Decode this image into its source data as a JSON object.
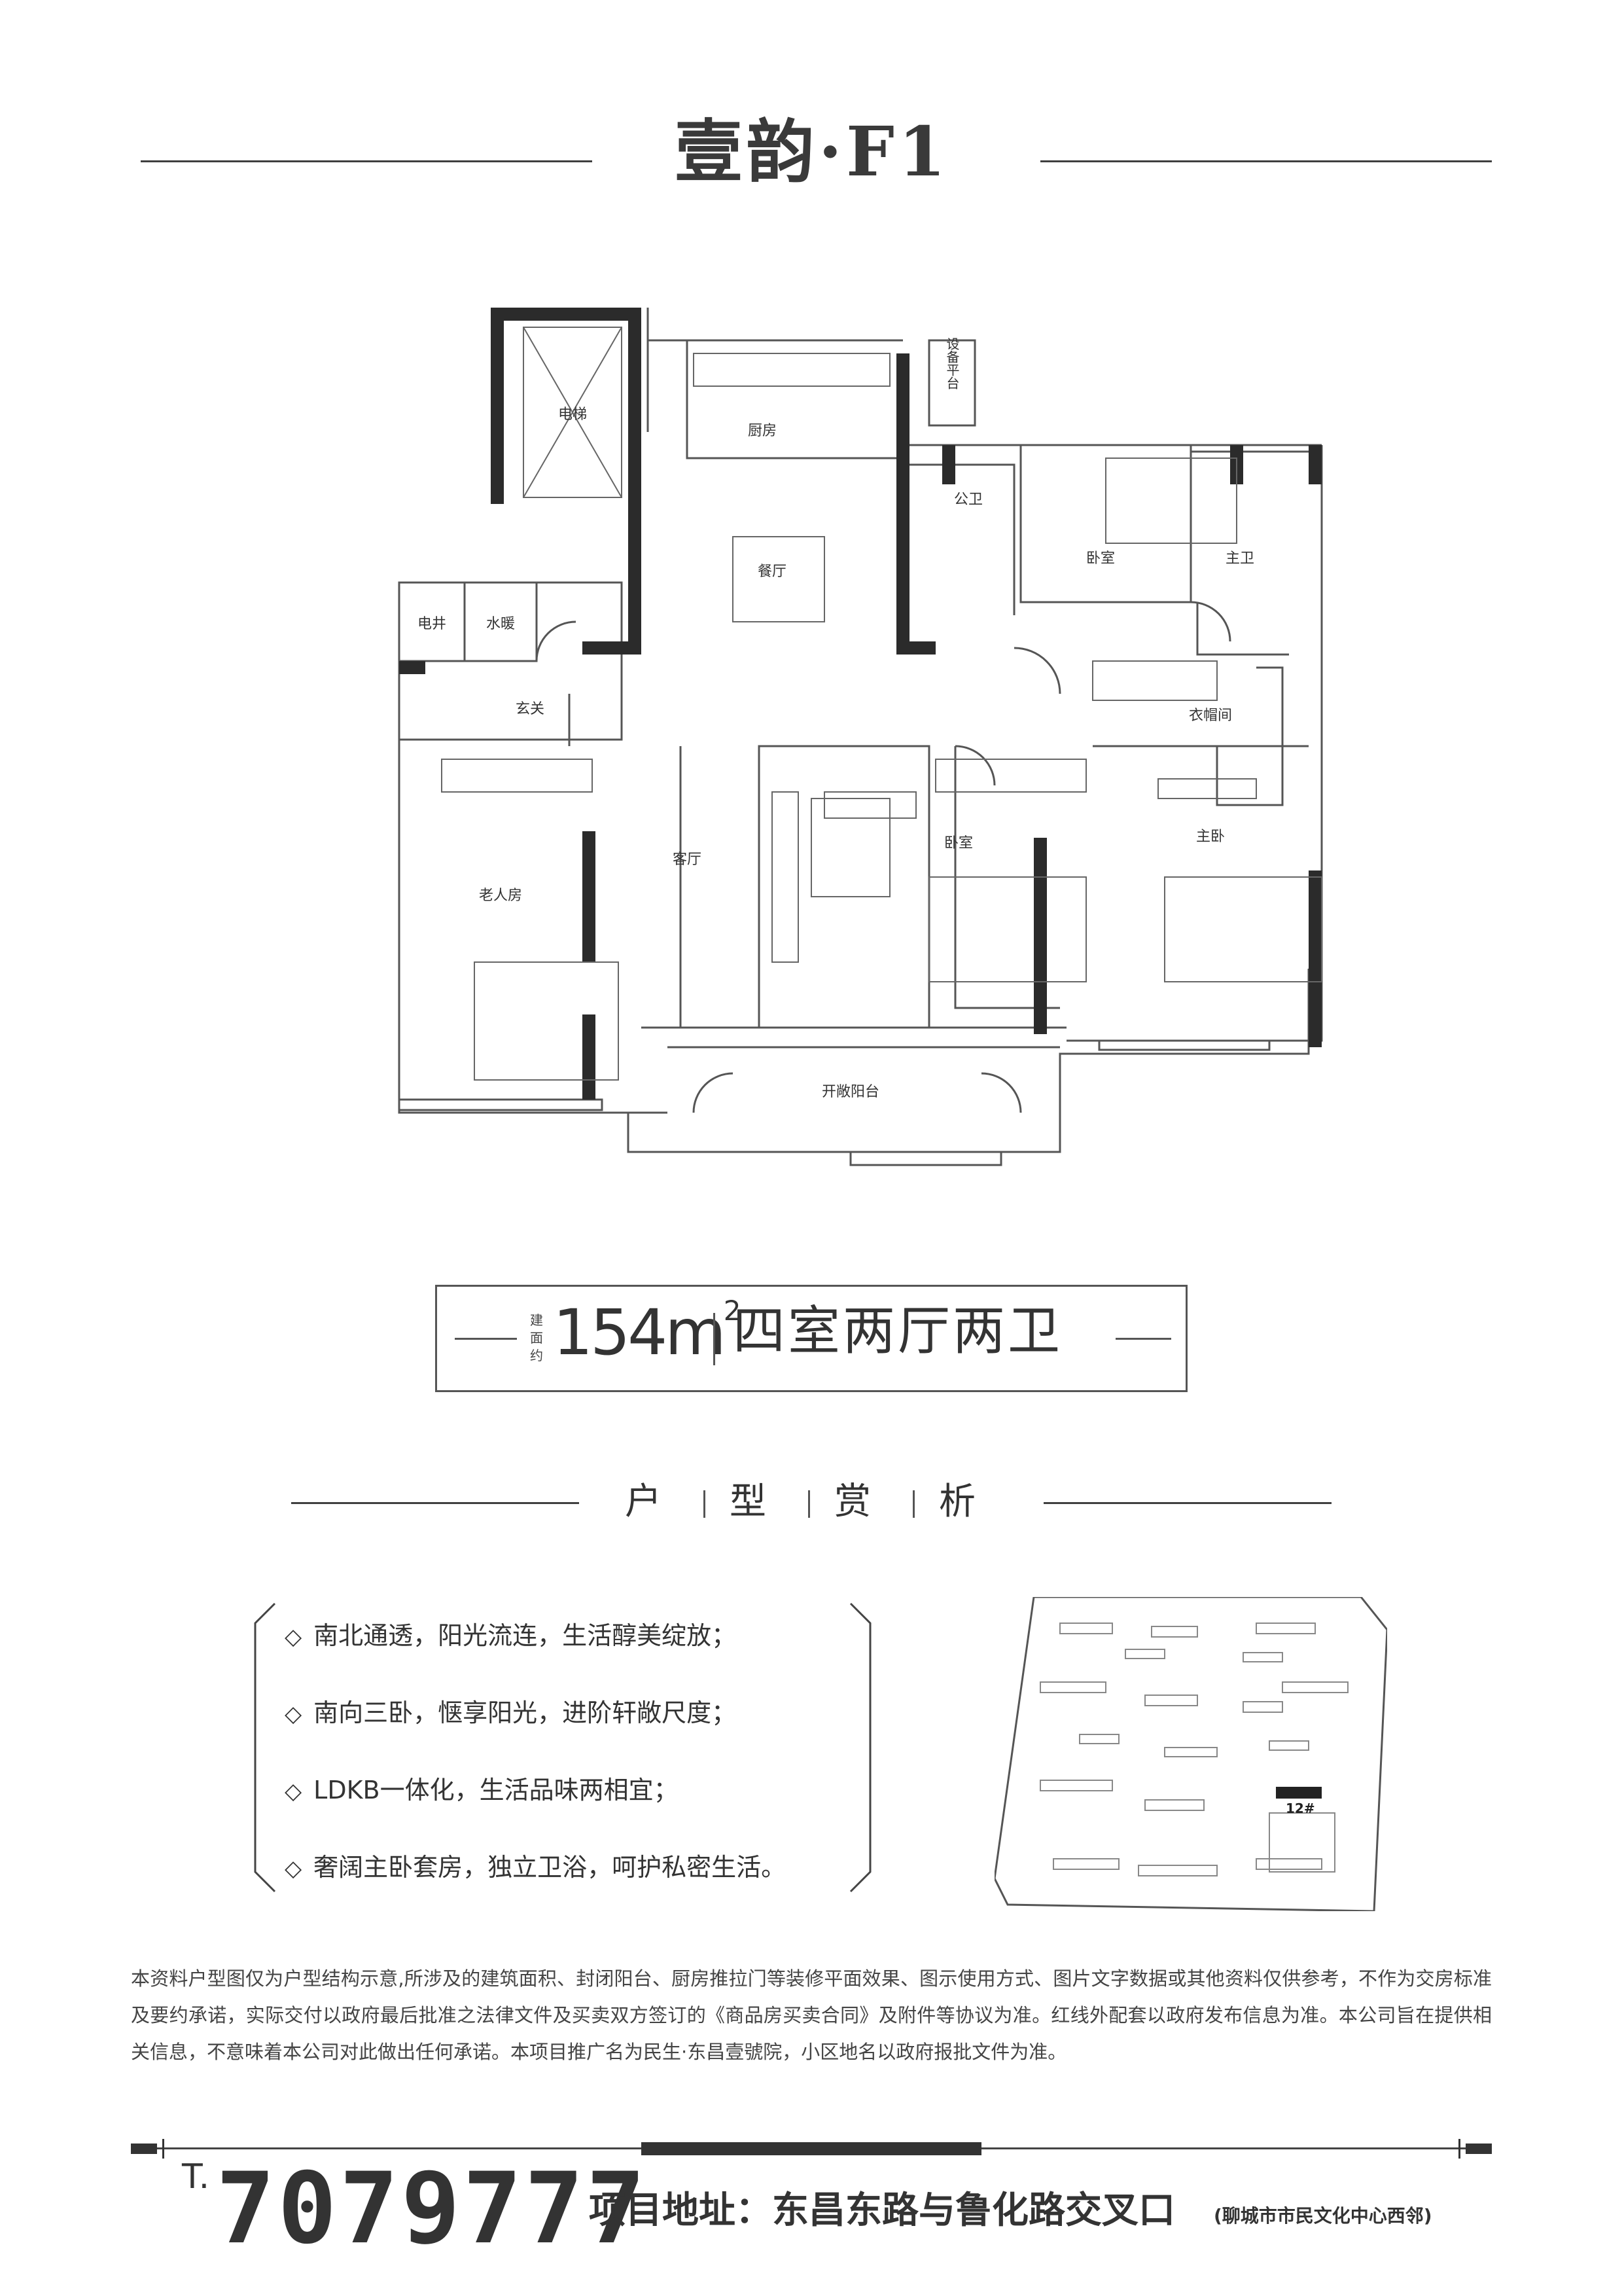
{
  "title": "壹韵·F1",
  "plan": {
    "rooms": {
      "elevator": "电梯",
      "kitchen": "厨房",
      "equipment_platform": "设备平台",
      "public_bath": "公卫",
      "bedroom_north": "卧室",
      "master_bath": "主卫",
      "electric_shaft": "电井",
      "water_heating": "水暖",
      "dining": "餐厅",
      "foyer": "玄关",
      "wardrobe": "衣帽间",
      "living": "客厅",
      "elderly_room": "老人房",
      "bedroom_south": "卧室",
      "master_bedroom": "主卧",
      "open_balcony": "开敞阳台"
    }
  },
  "area": {
    "prefix": "建面约",
    "value": "154m",
    "unit_sup": "2",
    "layout": "四室两厅两卫"
  },
  "section_heading": [
    "户",
    "型",
    "赏",
    "析"
  ],
  "features": [
    "南北通透，阳光流连，生活醇美绽放；",
    "南向三卧，惬享阳光，进阶轩敞尺度；",
    "LDKB一体化，生活品味两相宜；",
    "奢阔主卧套房，独立卫浴，呵护私密生活。"
  ],
  "feature_marker": "◇",
  "sitemap": {
    "building_label": "12#"
  },
  "disclaimer": "本资料户型图仅为户型结构示意,所涉及的建筑面积、封闭阳台、厨房推拉门等装修平面效果、图示使用方式、图片文字数据或其他资料仅供参考，不作为交房标准及要约承诺，实际交付以政府最后批准之法律文件及买卖双方签订的《商品房买卖合同》及附件等协议为准。红线外配套以政府发布信息为准。本公司旨在提供相关信息，不意味着本公司对此做出任何承诺。本项目推广名为民生·东昌壹號院，小区地名以政府报批文件为准。",
  "footer": {
    "phone_prefix": "T.",
    "phone": "7079777",
    "address": "项目地址：东昌东路与鲁化路交叉口",
    "address_note": "(聊城市市民文化中心西邻)"
  },
  "colors": {
    "ink": "#3a3a3a",
    "wall": "#2b2b2b",
    "line": "#555555"
  }
}
